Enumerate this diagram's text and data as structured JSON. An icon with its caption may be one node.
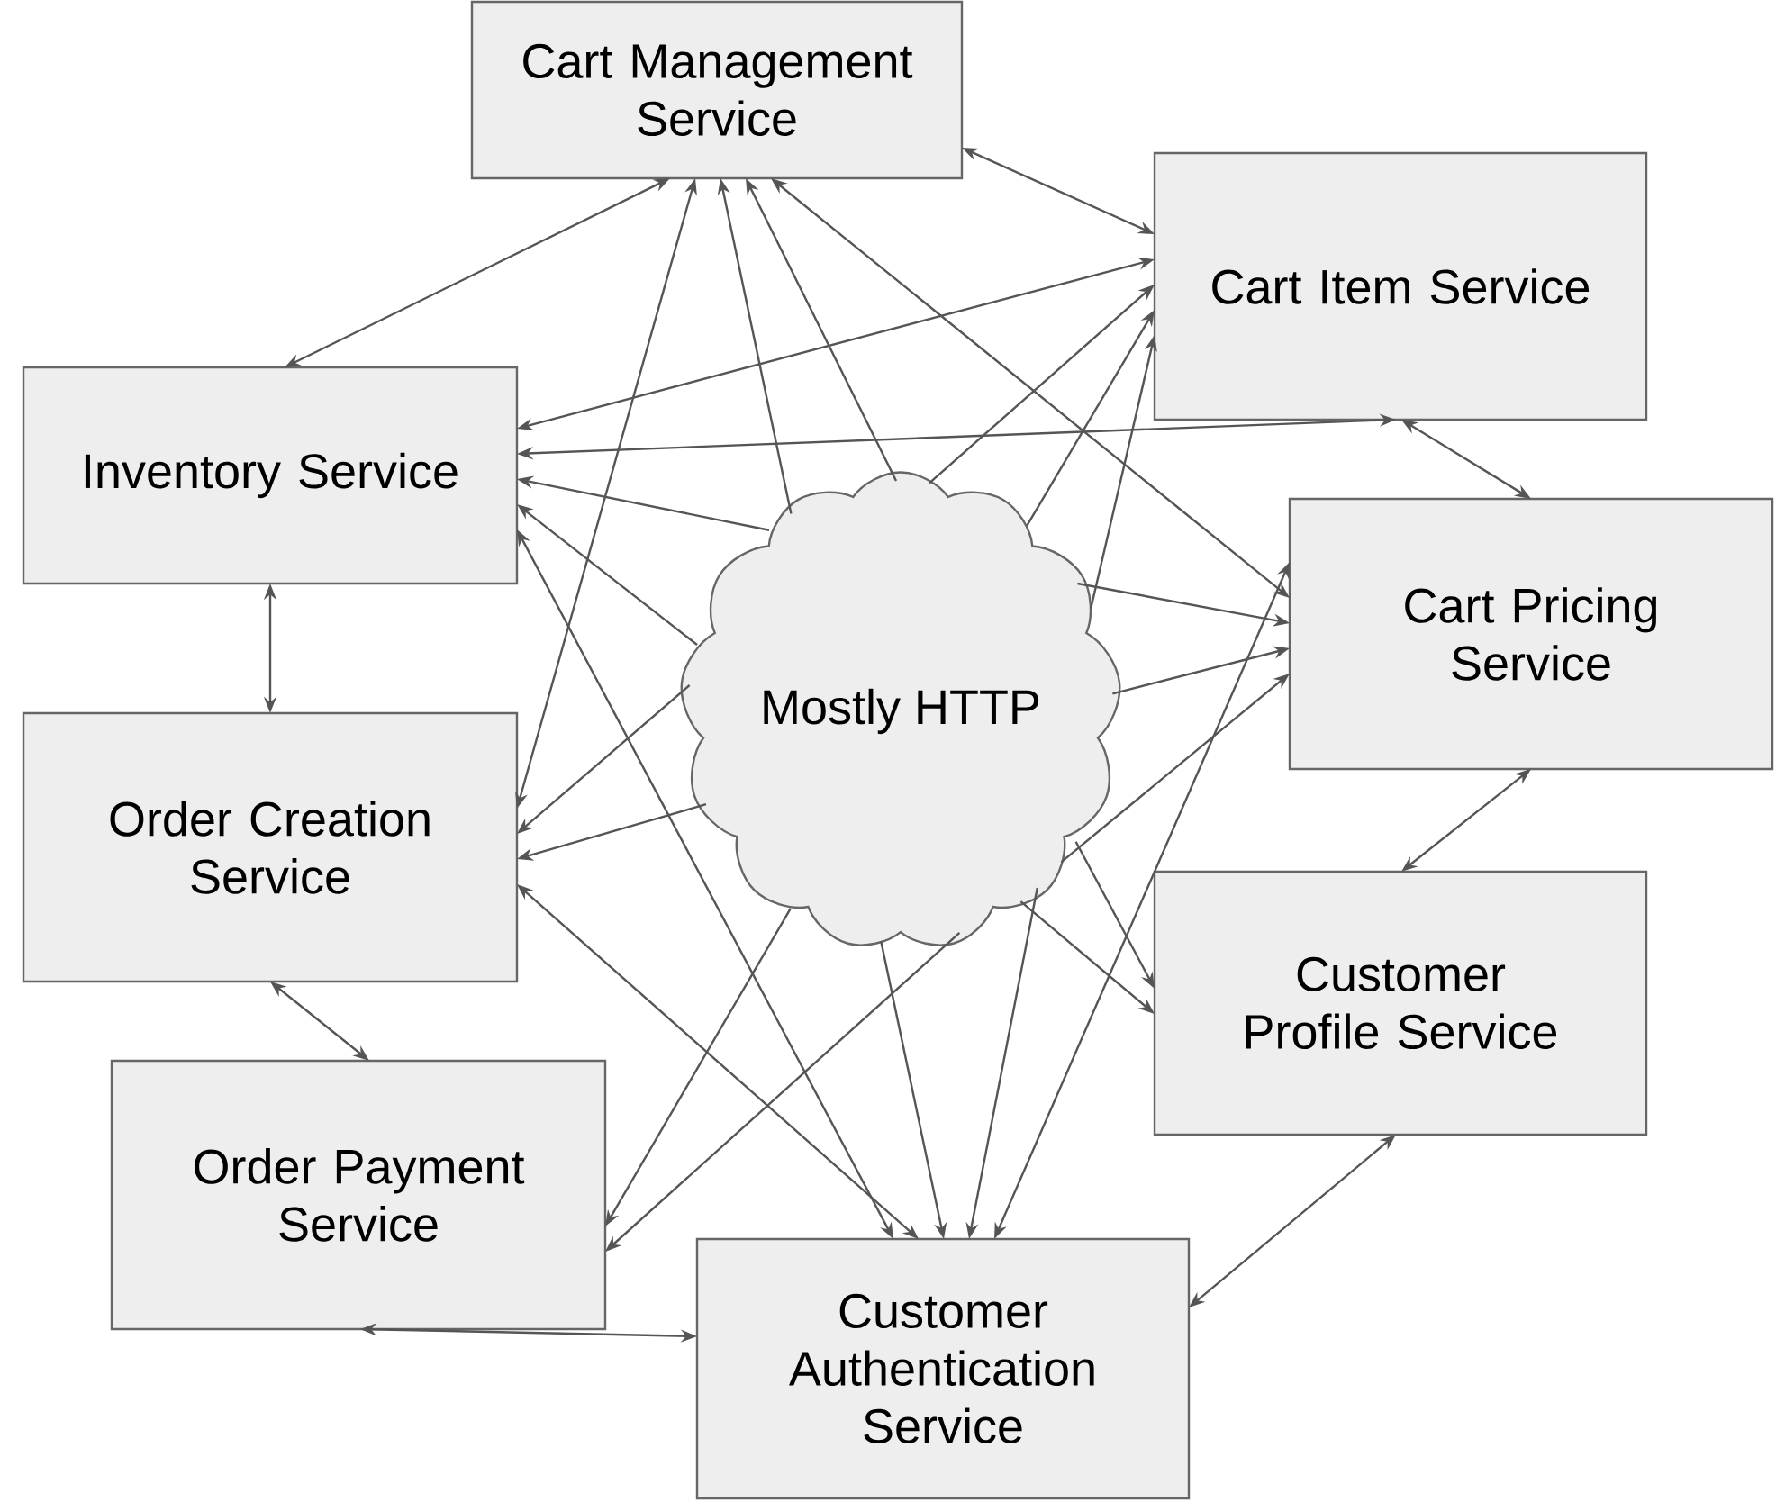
{
  "diagram": {
    "nodes": [
      {
        "text": [
          "Cart Management Service"
        ]
      },
      {
        "text": [
          "Cart Item Service"
        ]
      },
      {
        "text": [
          "Inventory Service"
        ]
      },
      {
        "text": [
          "Cart Pricing Service"
        ]
      },
      {
        "text": [
          "Mostly HTTP"
        ]
      },
      {
        "text": [
          "Order Creation Service"
        ]
      },
      {
        "text": [
          "Customer Profile Service"
        ]
      },
      {
        "text": [
          "Order Payment Service"
        ]
      },
      {
        "text": [
          "Customer Authentication Service"
        ]
      }
    ],
    "edges": [
      {
        "from": 0,
        "to": 1,
        "arrow": "both"
      },
      {
        "from": 0,
        "to": 2,
        "arrow": "both"
      },
      {
        "from": 0,
        "to": 5,
        "arrow": "both"
      },
      {
        "from": 0,
        "to": 3,
        "arrow": "both"
      },
      {
        "from": 1,
        "to": 2,
        "arrow": "both"
      },
      {
        "from": 2,
        "to": 1,
        "arrow": "both"
      },
      {
        "from": 1,
        "to": 3,
        "arrow": "both"
      },
      {
        "from": 2,
        "to": 8,
        "arrow": "both"
      },
      {
        "from": 2,
        "to": 5,
        "arrow": "both"
      },
      {
        "from": 3,
        "to": 8,
        "arrow": "both"
      },
      {
        "from": 3,
        "to": 6,
        "arrow": "both"
      },
      {
        "from": 5,
        "to": 8,
        "arrow": "both"
      },
      {
        "from": 5,
        "to": 7,
        "arrow": "both"
      },
      {
        "from": 6,
        "to": 8,
        "arrow": "both"
      },
      {
        "from": 7,
        "to": 8,
        "arrow": "both"
      },
      {
        "from": 4,
        "to": 0,
        "arrow": "to"
      },
      {
        "from": 4,
        "to": 8,
        "arrow": "to"
      },
      {
        "from": 4,
        "to": 0,
        "arrow": "to"
      },
      {
        "from": 4,
        "to": 6,
        "arrow": "to"
      },
      {
        "from": 4,
        "to": 1,
        "arrow": "to"
      },
      {
        "from": 4,
        "to": 5,
        "arrow": "to"
      },
      {
        "from": 4,
        "to": 1,
        "arrow": "to"
      },
      {
        "from": 4,
        "to": 7,
        "arrow": "to"
      },
      {
        "from": 4,
        "to": 1,
        "arrow": "to"
      },
      {
        "from": 4,
        "to": 8,
        "arrow": "to"
      },
      {
        "from": 4,
        "to": 2,
        "arrow": "to"
      },
      {
        "from": 4,
        "to": 3,
        "arrow": "to"
      },
      {
        "from": 4,
        "to": 2,
        "arrow": "to"
      },
      {
        "from": 4,
        "to": 6,
        "arrow": "to"
      },
      {
        "from": 4,
        "to": 3,
        "arrow": "to"
      },
      {
        "from": 4,
        "to": 5,
        "arrow": "to"
      },
      {
        "from": 4,
        "to": 3,
        "arrow": "to"
      },
      {
        "from": 4,
        "to": 7,
        "arrow": "to"
      }
    ]
  }
}
